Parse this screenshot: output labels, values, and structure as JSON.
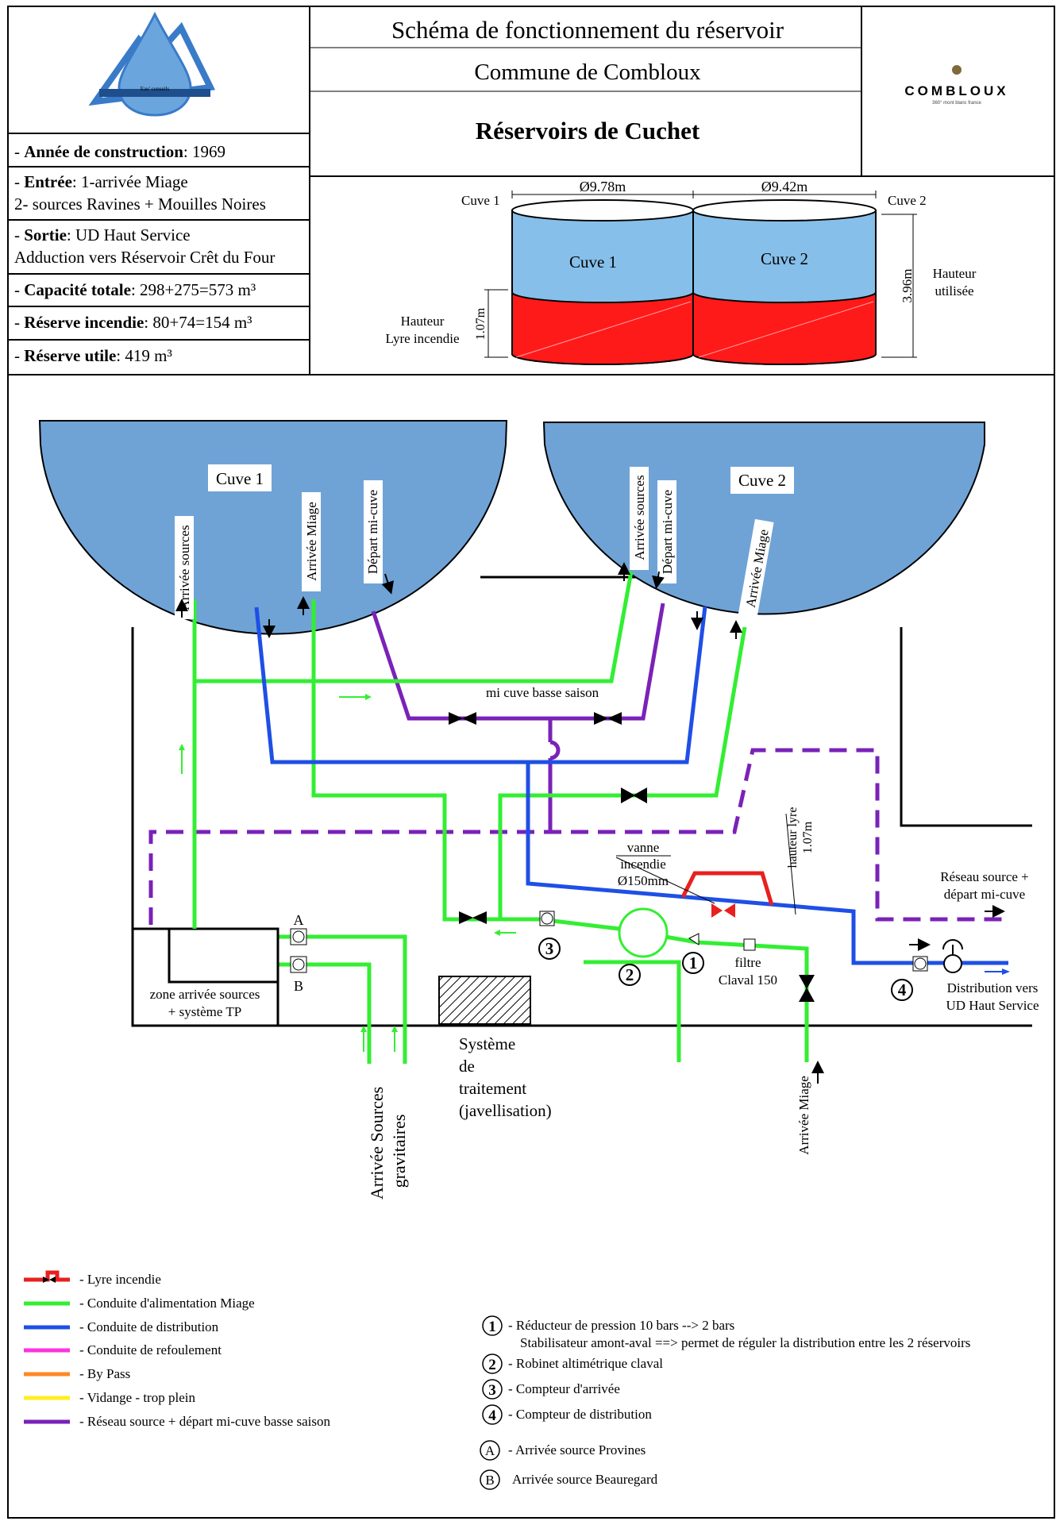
{
  "header": {
    "title": "Schéma de fonctionnement du réservoir",
    "commune": "Commune de Combloux",
    "reservoir": "Réservoirs de Cuchet",
    "logo_left_text": "Eau' conseils",
    "logo_right_text": "COMBLOUX",
    "logo_right_tagline": "360° mont blanc france"
  },
  "info": [
    {
      "label": "Année de construction",
      "value": ": 1969",
      "value2": ""
    },
    {
      "label": "Entrée",
      "value": ": 1-arrivée Miage",
      "value2": "2- sources Ravines + Mouilles Noires"
    },
    {
      "label": "Sortie",
      "value": ": UD Haut Service",
      "value2": " Adduction vers Réservoir Crêt du Four"
    },
    {
      "label": "Capacité totale",
      "value": ": 298+275=573 m³",
      "value2": ""
    },
    {
      "label": "Réserve incendie",
      "value": ": 80+74=154 m³",
      "value2": ""
    },
    {
      "label": "Réserve utile",
      "value": ": 419 m³",
      "value2": ""
    }
  ],
  "tanks_top": {
    "cuve1_label": "Cuve 1",
    "cuve2_label": "Cuve 2",
    "cuve1_side": "Cuve 1",
    "cuve2_side": "Cuve 2",
    "dia1": "Ø9.78m",
    "dia2": "Ø9.42m",
    "height_total": "3.96m",
    "height_fire": "1.07m",
    "hauteur_utilisee_1": "Hauteur",
    "hauteur_utilisee_2": "utilisée",
    "hauteur_lyre_1": "Hauteur",
    "hauteur_lyre_2": "Lyre incendie",
    "colors": {
      "water": "#86BFE9",
      "fire": "#FF1A1A"
    }
  },
  "schema": {
    "cuve1": "Cuve 1",
    "cuve2": "Cuve 2",
    "arrivee_sources_1": "Arrivée sources",
    "arrivee_miage_1": "Arrivée Miage",
    "depart_mi_cuve_1": "Départ mi-cuve",
    "arrivee_sources_2": "Arrivée sources",
    "depart_mi_cuve_2": "Départ mi-cuve",
    "arrivee_miage_2": "Arrivée Miage",
    "mi_cuve_basse_saison": "mi cuve basse saison",
    "vanne_1": "vanne",
    "vanne_2": "incendie",
    "vanne_3": "Ø150mm",
    "hauteur_lyre_1": "hauteur lyre",
    "hauteur_lyre_2": "1.07m",
    "reseau_1": "Réseau source +",
    "reseau_2": "départ mi-cuve",
    "distribution_1": "Distribution vers",
    "distribution_2": "UD Haut Service",
    "filtre_1": "filtre",
    "filtre_2": "Claval 150",
    "zone_1": "zone arrivée sources",
    "zone_2": "+ système TP",
    "label_a": "A",
    "label_b": "B",
    "systeme_1": "Système",
    "systeme_2": "de",
    "systeme_3": "traitement",
    "systeme_4": "(javellisation)",
    "arrivee_sources_grav_1": "Arrivée Sources",
    "arrivee_sources_grav_2": "gravitaires",
    "arrivee_miage_bottom": "Arrivée Miage",
    "num1": "1",
    "num2": "2",
    "num3": "3",
    "num4": "4",
    "colors": {
      "green": "#33EE33",
      "blue": "#1E4FE6",
      "purple": "#7A22B8",
      "red": "#E8201E",
      "water": "#6FA3D6"
    }
  },
  "legend_pipes": [
    {
      "label": "- Lyre incendie",
      "color": "#E8201E",
      "icon": "lyre-icon"
    },
    {
      "label": "- Conduite d'alimentation Miage",
      "color": "#33EE33",
      "icon": "line-icon"
    },
    {
      "label": "- Conduite de distribution",
      "color": "#1E4FE6",
      "icon": "line-icon"
    },
    {
      "label": "- Conduite de refoulement",
      "color": "#FF33DD",
      "icon": "line-icon"
    },
    {
      "label": "- By Pass",
      "color": "#FF8822",
      "icon": "line-icon"
    },
    {
      "label": "- Vidange - trop plein",
      "color": "#FFEE22",
      "icon": "line-icon"
    },
    {
      "label": "- Réseau source + départ mi-cuve basse saison",
      "color": "#7A22B8",
      "icon": "line-icon"
    }
  ],
  "legend_items": [
    {
      "num": "1",
      "text": "- Réducteur de pression 10 bars --> 2 bars",
      "text2": "Stabilisateur amont-aval ==> permet de réguler la distribution entre les 2 réservoirs"
    },
    {
      "num": "2",
      "text": "- Robinet altimétrique claval",
      "text2": ""
    },
    {
      "num": "3",
      "text": "- Compteur d'arrivée",
      "text2": ""
    },
    {
      "num": "4",
      "text": "- Compteur de distribution",
      "text2": ""
    },
    {
      "num": "A",
      "text": "- Arrivée source Provines",
      "text2": ""
    },
    {
      "num": "B",
      "text": "Arrivée source Beauregard",
      "text2": ""
    }
  ]
}
